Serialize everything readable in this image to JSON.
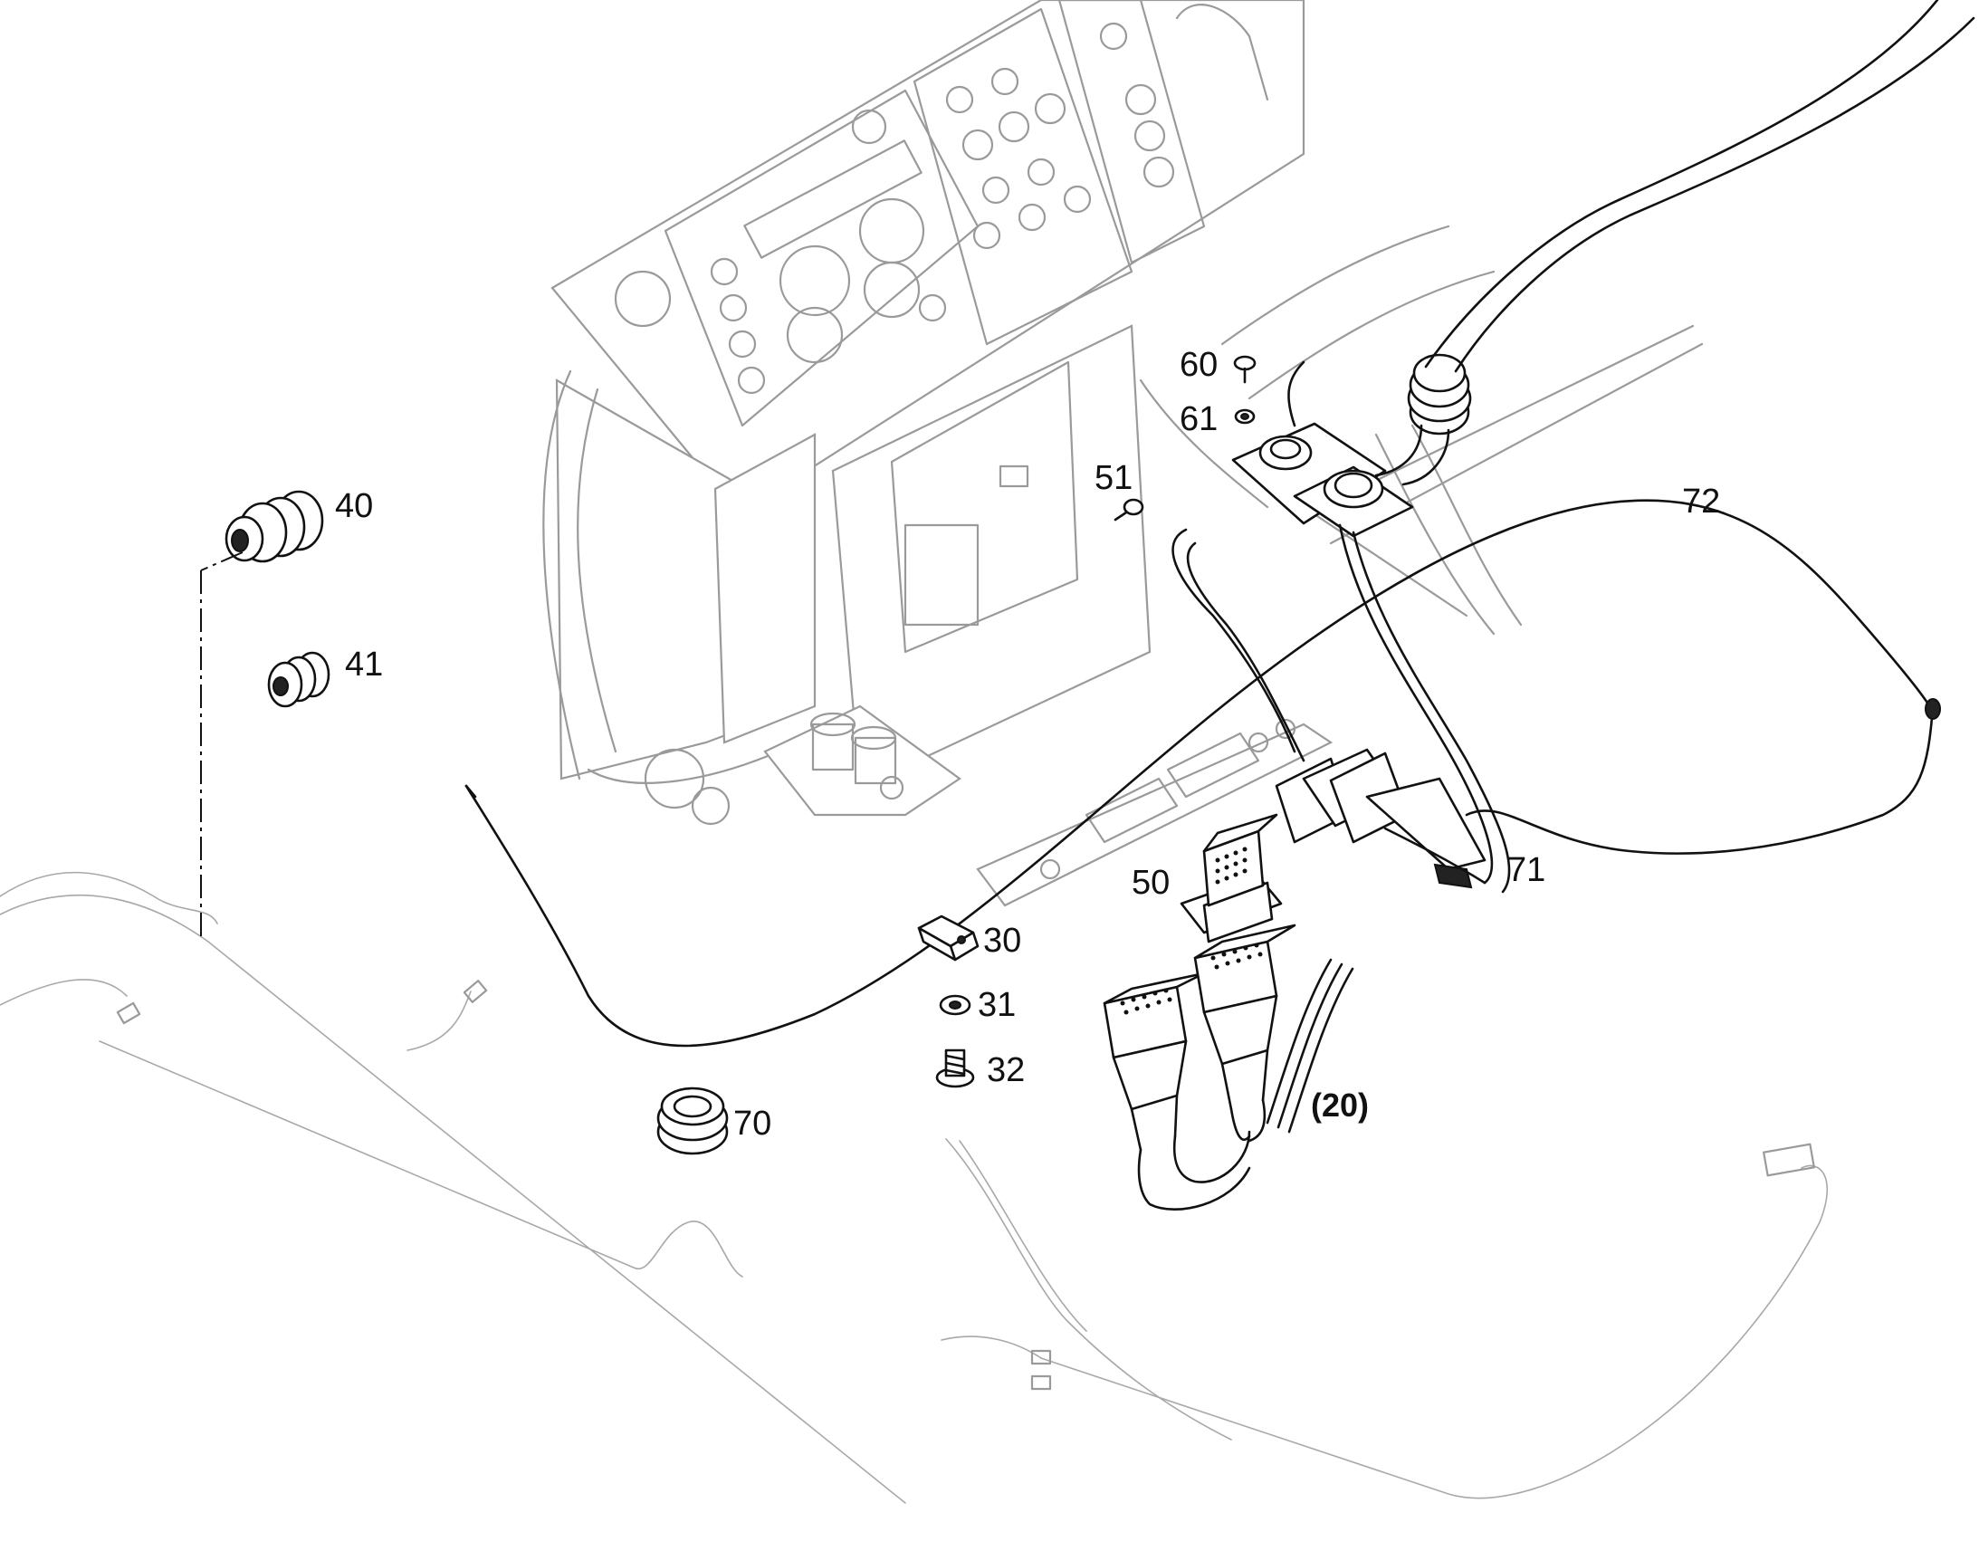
{
  "diagram": {
    "callouts": {
      "c40": "40",
      "c41": "41",
      "c60": "60",
      "c61": "61",
      "c51": "51",
      "c72": "72",
      "c71": "71",
      "c50": "50",
      "c30": "30",
      "c31": "31",
      "c32": "32",
      "c70": "70",
      "c20": "(20)"
    },
    "colors": {
      "part_line": "#111111",
      "background_line": "#9a9a9a",
      "background": "#ffffff"
    }
  }
}
